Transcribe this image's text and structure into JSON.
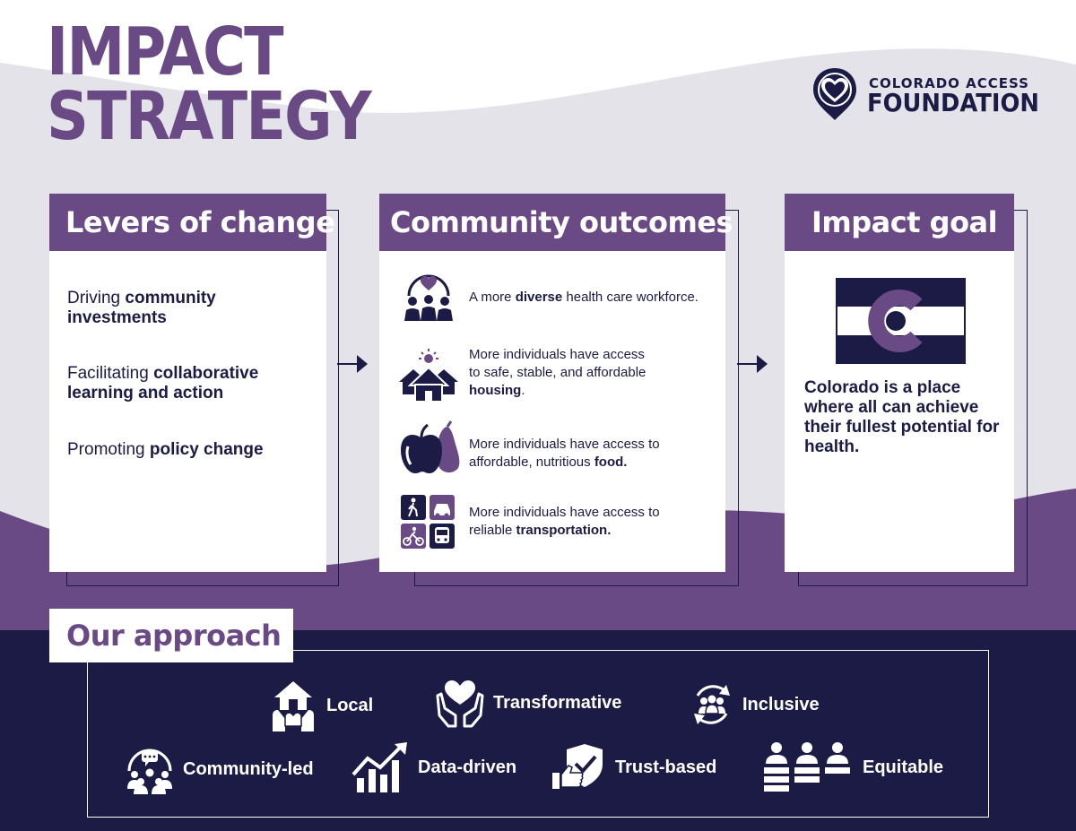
{
  "title": {
    "line1": "IMPACT",
    "line2": "STRATEGY"
  },
  "logo": {
    "line1": "COLORADO ACCESS",
    "line2": "FOUNDATION",
    "icon": "heart-pin-icon"
  },
  "colors": {
    "purple": "#694a85",
    "navy": "#1b1b46",
    "light_bg": "#e4e3ea",
    "white": "#ffffff"
  },
  "levers": {
    "title": "Levers of change",
    "items": [
      {
        "plain": "Driving ",
        "bold": "community investments"
      },
      {
        "plain": "Facilitating ",
        "bold": "collaborative learning and action"
      },
      {
        "plain": "Promoting ",
        "bold": "policy change"
      }
    ]
  },
  "outcomes": {
    "title": "Community outcomes",
    "items": [
      {
        "icon": "workforce-icon",
        "pre": "A more ",
        "bold": "diverse",
        "post": " health care workforce."
      },
      {
        "icon": "housing-icon",
        "pre": "More individuals have access to safe, stable, and affordable ",
        "bold": "housing",
        "post": "."
      },
      {
        "icon": "food-icon",
        "pre": "More individuals have access to affordable, nutritious ",
        "bold": "food.",
        "post": ""
      },
      {
        "icon": "transportation-icon",
        "pre": "More individuals have access to reliable ",
        "bold": "transportation.",
        "post": ""
      }
    ]
  },
  "goal": {
    "title": "Impact goal",
    "icon": "colorado-flag-icon",
    "text": "Colorado is a place where all can achieve their fullest potential for health."
  },
  "approach": {
    "title": "Our approach",
    "items": [
      {
        "label": "Local",
        "icon": "local-icon"
      },
      {
        "label": "Transformative",
        "icon": "transformative-icon"
      },
      {
        "label": "Inclusive",
        "icon": "inclusive-icon"
      },
      {
        "label": "Community-led",
        "icon": "community-led-icon"
      },
      {
        "label": "Data-driven",
        "icon": "data-driven-icon"
      },
      {
        "label": "Trust-based",
        "icon": "trust-based-icon"
      },
      {
        "label": "Equitable",
        "icon": "equitable-icon"
      }
    ]
  }
}
